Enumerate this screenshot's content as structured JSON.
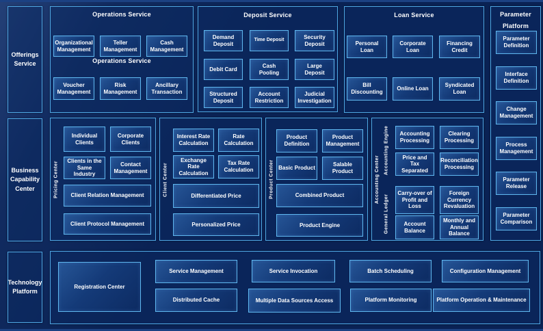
{
  "colors": {
    "background": "#0A2254",
    "panel_border": "#4FA8E4",
    "box_border": "#5FB8F0",
    "text": "#FFFFFF"
  },
  "sidebars": {
    "offerings": "Offerings Service",
    "business_capability": "Business Capability Center",
    "technology": "Technology Platform"
  },
  "operations_service": {
    "title": "Operations Service",
    "secondary_title": "Operations Service",
    "items": [
      "Organizational Management",
      "Teller Management",
      "Cash Management",
      "Voucher Management",
      "Risk Management",
      "Ancillary Transaction"
    ]
  },
  "deposit_service": {
    "title": "Deposit Service",
    "items": [
      "Demand Deposit",
      "Time Deposit",
      "Security Deposit",
      "Debit Card",
      "Cash Pooling",
      "Large Deposit",
      "Structured Deposit",
      "Account Restriction",
      "Judicial Investigation"
    ]
  },
  "loan_service": {
    "title": "Loan Service",
    "items": [
      "Personal Loan",
      "Corporate Loan",
      "Financing Credit",
      "Bill Discounting",
      "Online Loan",
      "Syndicated Loan"
    ]
  },
  "parameter_platform": {
    "title": "Parameter Platform",
    "items": [
      "Parameter Definition",
      "Interface Definition",
      "Change Management",
      "Process Management",
      "Parameter Release",
      "Parameter Comparison"
    ]
  },
  "pricing_center": {
    "label": "Pricing Center",
    "items": [
      "Individual Clients",
      "Corporate Clients",
      "Clients in the Same Industry",
      "Contact Management",
      "Client Relation Management",
      "Client Protocol Management"
    ]
  },
  "client_center": {
    "label": "Client Center",
    "items": [
      "Interest Rate Calculation",
      "Rate Calculation",
      "Exchange Rate Calculation",
      "Tax Rate Calculation",
      "Differentiated Price",
      "Personalized Price"
    ]
  },
  "product_center": {
    "label": "Product Center",
    "items": [
      "Product Definition",
      "Product Management",
      "Basic Product",
      "Salable Product",
      "Combined Product",
      "Product Engine"
    ]
  },
  "accounting_center": {
    "label": "Accounting Center",
    "engine_label": "Accounting Engine",
    "ledger_label": "General Ledger",
    "engine_items": [
      "Accounting Processing",
      "Clearing Processing",
      "Price and Tax Separated",
      "Reconciliation Processing"
    ],
    "ledger_items": [
      "Carry-over of Profit and Loss",
      "Foreign Currency Revaluation",
      "Account Balance",
      "Monthly and Annual Balance"
    ]
  },
  "technology_platform": {
    "registration": "Registration Center",
    "items": [
      "Service Management",
      "Service Invocation",
      "Batch Scheduling",
      "Configuration Management",
      "Distributed Cache",
      "Multiple Data Sources Access",
      "Platform Monitoring",
      "Platform Operation & Maintenance"
    ]
  }
}
